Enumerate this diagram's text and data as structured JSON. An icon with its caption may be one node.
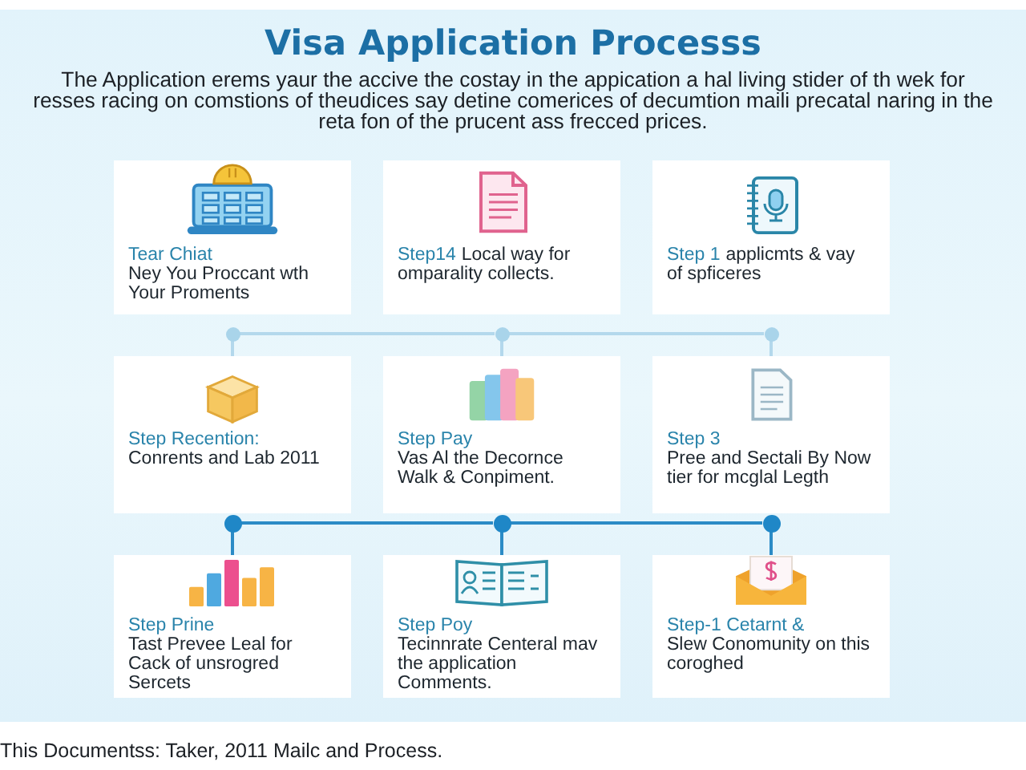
{
  "diagram": {
    "title": "Visa Application Processs",
    "caption": "This Documentss: Taker, 2011 Mailc and Process.",
    "nodes": [
      {
        "text": [
          "Tear Chiat",
          "Ney You Proccant wth Your Proments"
        ]
      },
      {
        "text": [
          "Step14",
          "Local way for omparality collects."
        ]
      },
      {
        "text": [
          "Step 1",
          "applicmts & vay of spficeres"
        ]
      },
      {
        "text": [],
        "shape": "circle"
      },
      {
        "text": [],
        "shape": "circle"
      },
      {
        "text": [],
        "shape": "circle"
      },
      {
        "text": [
          "Step Recention:",
          "Conrents and Lab 2011"
        ]
      },
      {
        "text": [
          "Step Pay",
          "Vas Al the Decornce Walk & Conpiment."
        ]
      },
      {
        "text": [
          "Step 3",
          "Pree and Sectali By Now tier for mcglal Legth"
        ]
      },
      {
        "text": [],
        "shape": "circle"
      },
      {
        "text": [],
        "shape": "circle"
      },
      {
        "text": [],
        "shape": "circle"
      },
      {
        "text": [
          "Step Prine",
          "Tast Prevee Leal for Cack of unsrogred Sercets"
        ]
      },
      {
        "text": [
          "Step Poy",
          "Tecinnrate Centeral mav the application Comments."
        ]
      },
      {
        "text": [
          "Step-1 Cetarnt &",
          "Slew Conomunity on this coroghed"
        ]
      }
    ],
    "edges": [
      {
        "from": 3,
        "to": 4,
        "arrow": "none",
        "color": "#b3d8ec"
      },
      {
        "from": 4,
        "to": 5,
        "arrow": "none",
        "color": "#b3d8ec"
      },
      {
        "from": 3,
        "to": 6,
        "arrow": "none",
        "color": "#b3d8ec"
      },
      {
        "from": 4,
        "to": 7,
        "arrow": "none",
        "color": "#b3d8ec"
      },
      {
        "from": 5,
        "to": 8,
        "arrow": "none",
        "color": "#b3d8ec"
      },
      {
        "from": 9,
        "to": 10,
        "arrow": "none",
        "color": "#2b8bc6"
      },
      {
        "from": 10,
        "to": 11,
        "arrow": "none",
        "color": "#2b8bc6"
      },
      {
        "from": 9,
        "to": 12,
        "arrow": "none",
        "color": "#2b8bc6"
      },
      {
        "from": 10,
        "to": 13,
        "arrow": "none",
        "color": "#2b8bc6"
      },
      {
        "from": 11,
        "to": 14,
        "arrow": "none",
        "color": "#2b8bc6"
      }
    ],
    "labels": [
      "The Application erems yaur the accive the costay in the appication a hal living stider of th wek for resses racing on comstions of theudices say detine comerices of decumtion maili precatal naring in the reta fon of the prucent ass frecced prices."
    ]
  }
}
